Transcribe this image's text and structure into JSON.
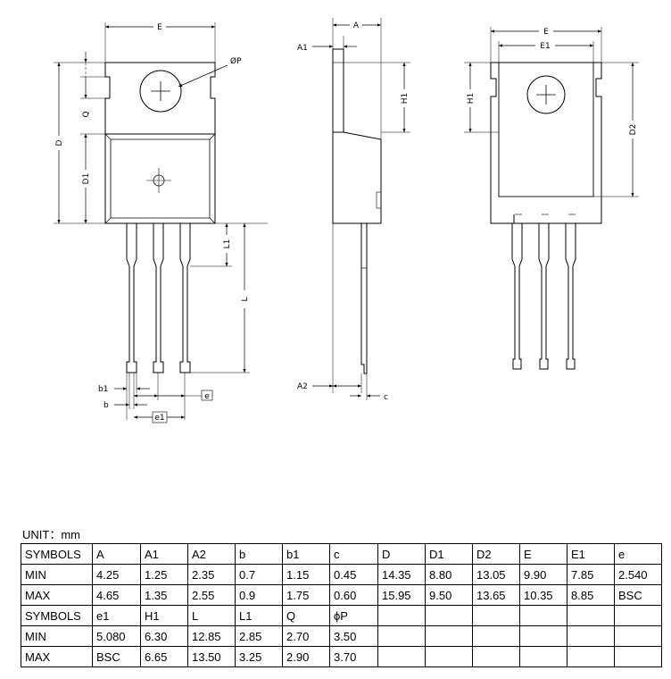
{
  "drawing": {
    "front_view": {
      "labels": {
        "E": "E",
        "P": "ØP",
        "Q": "Q",
        "D": "D",
        "D1": "D1",
        "L1": "L1",
        "L": "L",
        "b1": "b1",
        "b": "b",
        "e": "e",
        "e1": "e1"
      }
    },
    "side_view": {
      "labels": {
        "A": "A",
        "A1": "A1",
        "H1": "H1",
        "A2": "A2",
        "c": "c"
      }
    },
    "back_view": {
      "labels": {
        "E": "E",
        "E1": "E1",
        "H1": "H1",
        "D2": "D2"
      }
    }
  },
  "table": {
    "unit_label": "UNIT：mm",
    "rows": [
      [
        "SYMBOLS",
        "A",
        "A1",
        "A2",
        "b",
        "b1",
        "c",
        "D",
        "D1",
        "D2",
        "E",
        "E1",
        "e"
      ],
      [
        "MIN",
        "4.25",
        "1.25",
        "2.35",
        "0.7",
        "1.15",
        "0.45",
        "14.35",
        "8.80",
        "13.05",
        "9.90",
        "7.85",
        "2.540"
      ],
      [
        "MAX",
        "4.65",
        "1.35",
        "2.55",
        "0.9",
        "1.75",
        "0.60",
        "15.95",
        "9.50",
        "13.65",
        "10.35",
        "8.85",
        "BSC"
      ],
      [
        "SYMBOLS",
        "e1",
        "H1",
        "L",
        "L1",
        "Q",
        "ϕP",
        "",
        "",
        "",
        "",
        "",
        ""
      ],
      [
        "MIN",
        "5.080",
        "6.30",
        "12.85",
        "2.85",
        "2.70",
        "3.50",
        "",
        "",
        "",
        "",
        "",
        ""
      ],
      [
        "MAX",
        "BSC",
        "6.65",
        "13.50",
        "3.25",
        "2.90",
        "3.70",
        "",
        "",
        "",
        "",
        "",
        ""
      ]
    ]
  }
}
